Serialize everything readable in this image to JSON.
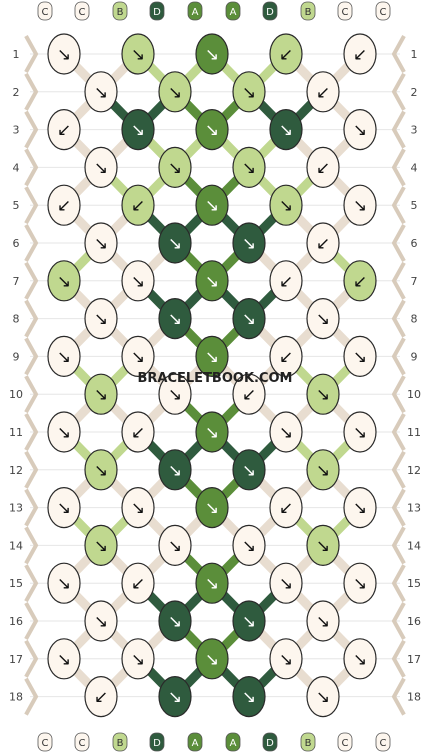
{
  "watermark": "BRACELETBOOK.COM",
  "colors": {
    "C": "#fdf6ee",
    "B": "#c0d88f",
    "D": "#2f5b3e",
    "A": "#5b8e3a"
  },
  "string_labels_top": [
    "C",
    "C",
    "B",
    "D",
    "A",
    "A",
    "D",
    "B",
    "C",
    "C"
  ],
  "string_labels_bottom": [
    "C",
    "C",
    "B",
    "D",
    "A",
    "A",
    "D",
    "B",
    "C",
    "C"
  ],
  "row_labels": [
    "1",
    "2",
    "3",
    "4",
    "5",
    "6",
    "7",
    "8",
    "9",
    "10",
    "11",
    "12",
    "13",
    "14",
    "15",
    "16",
    "17",
    "18"
  ],
  "knots": [
    [
      {
        "c": "C",
        "d": "↘"
      },
      {
        "c": "B",
        "d": "↘"
      },
      {
        "c": "A",
        "d": "↘"
      },
      {
        "c": "B",
        "d": "↙"
      },
      {
        "c": "C",
        "d": "↙"
      }
    ],
    [
      {
        "c": "C",
        "d": "↘"
      },
      {
        "c": "B",
        "d": "↘"
      },
      {
        "c": "B",
        "d": "↘"
      },
      {
        "c": "C",
        "d": "↙"
      }
    ],
    [
      {
        "c": "C",
        "d": "↙"
      },
      {
        "c": "D",
        "d": "↘"
      },
      {
        "c": "A",
        "d": "↘"
      },
      {
        "c": "D",
        "d": "↘"
      },
      {
        "c": "C",
        "d": "↘"
      }
    ],
    [
      {
        "c": "C",
        "d": "↘"
      },
      {
        "c": "B",
        "d": "↘"
      },
      {
        "c": "B",
        "d": "↘"
      },
      {
        "c": "C",
        "d": "↙"
      }
    ],
    [
      {
        "c": "C",
        "d": "↙"
      },
      {
        "c": "B",
        "d": "↙"
      },
      {
        "c": "A",
        "d": "↘"
      },
      {
        "c": "B",
        "d": "↘"
      },
      {
        "c": "C",
        "d": "↘"
      }
    ],
    [
      {
        "c": "C",
        "d": "↘"
      },
      {
        "c": "D",
        "d": "↘"
      },
      {
        "c": "D",
        "d": "↘"
      },
      {
        "c": "C",
        "d": "↙"
      }
    ],
    [
      {
        "c": "B",
        "d": "↘"
      },
      {
        "c": "C",
        "d": "↘"
      },
      {
        "c": "A",
        "d": "↘"
      },
      {
        "c": "C",
        "d": "↙"
      },
      {
        "c": "B",
        "d": "↙"
      }
    ],
    [
      {
        "c": "C",
        "d": "↘"
      },
      {
        "c": "D",
        "d": "↘"
      },
      {
        "c": "D",
        "d": "↘"
      },
      {
        "c": "C",
        "d": "↘"
      }
    ],
    [
      {
        "c": "C",
        "d": "↘"
      },
      {
        "c": "C",
        "d": "↘"
      },
      {
        "c": "A",
        "d": "↘"
      },
      {
        "c": "C",
        "d": "↙"
      },
      {
        "c": "C",
        "d": "↘"
      }
    ],
    [
      {
        "c": "B",
        "d": "↘"
      },
      {
        "c": "C",
        "d": "↘"
      },
      {
        "c": "C",
        "d": "↙"
      },
      {
        "c": "B",
        "d": "↘"
      }
    ],
    [
      {
        "c": "C",
        "d": "↘"
      },
      {
        "c": "C",
        "d": "↙"
      },
      {
        "c": "A",
        "d": "↘"
      },
      {
        "c": "C",
        "d": "↘"
      },
      {
        "c": "C",
        "d": "↘"
      }
    ],
    [
      {
        "c": "B",
        "d": "↘"
      },
      {
        "c": "D",
        "d": "↘"
      },
      {
        "c": "D",
        "d": "↘"
      },
      {
        "c": "B",
        "d": "↘"
      }
    ],
    [
      {
        "c": "C",
        "d": "↘"
      },
      {
        "c": "C",
        "d": "↘"
      },
      {
        "c": "A",
        "d": "↘"
      },
      {
        "c": "C",
        "d": "↙"
      },
      {
        "c": "C",
        "d": "↘"
      }
    ],
    [
      {
        "c": "B",
        "d": "↘"
      },
      {
        "c": "C",
        "d": "↘"
      },
      {
        "c": "C",
        "d": "↘"
      },
      {
        "c": "B",
        "d": "↘"
      }
    ],
    [
      {
        "c": "C",
        "d": "↘"
      },
      {
        "c": "C",
        "d": "↙"
      },
      {
        "c": "A",
        "d": "↘"
      },
      {
        "c": "C",
        "d": "↘"
      },
      {
        "c": "C",
        "d": "↘"
      }
    ],
    [
      {
        "c": "C",
        "d": "↘"
      },
      {
        "c": "D",
        "d": "↘"
      },
      {
        "c": "D",
        "d": "↘"
      },
      {
        "c": "C",
        "d": "↘"
      }
    ],
    [
      {
        "c": "C",
        "d": "↘"
      },
      {
        "c": "C",
        "d": "↘"
      },
      {
        "c": "A",
        "d": "↘"
      },
      {
        "c": "C",
        "d": "↘"
      },
      {
        "c": "C",
        "d": "↘"
      }
    ],
    [
      {
        "c": "C",
        "d": "↙"
      },
      {
        "c": "D",
        "d": "↘"
      },
      {
        "c": "D",
        "d": "↘"
      },
      {
        "c": "C",
        "d": "↘"
      }
    ]
  ]
}
